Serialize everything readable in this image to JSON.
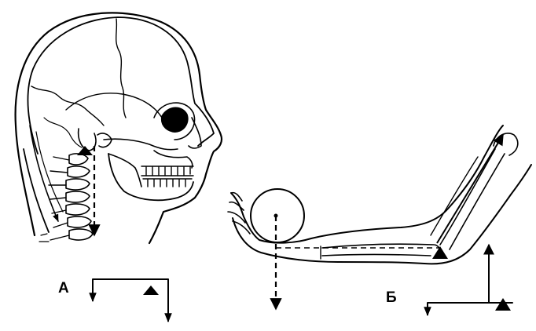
{
  "panels": [
    {
      "id": "A",
      "label": "А"
    },
    {
      "id": "B",
      "label": "Б"
    }
  ],
  "colors": {
    "ink": "#000000",
    "paper": "#ffffff"
  },
  "icons": [
    "fulcrum-triangle-icon",
    "force-arrow-icon",
    "lever-bar-icon"
  ]
}
